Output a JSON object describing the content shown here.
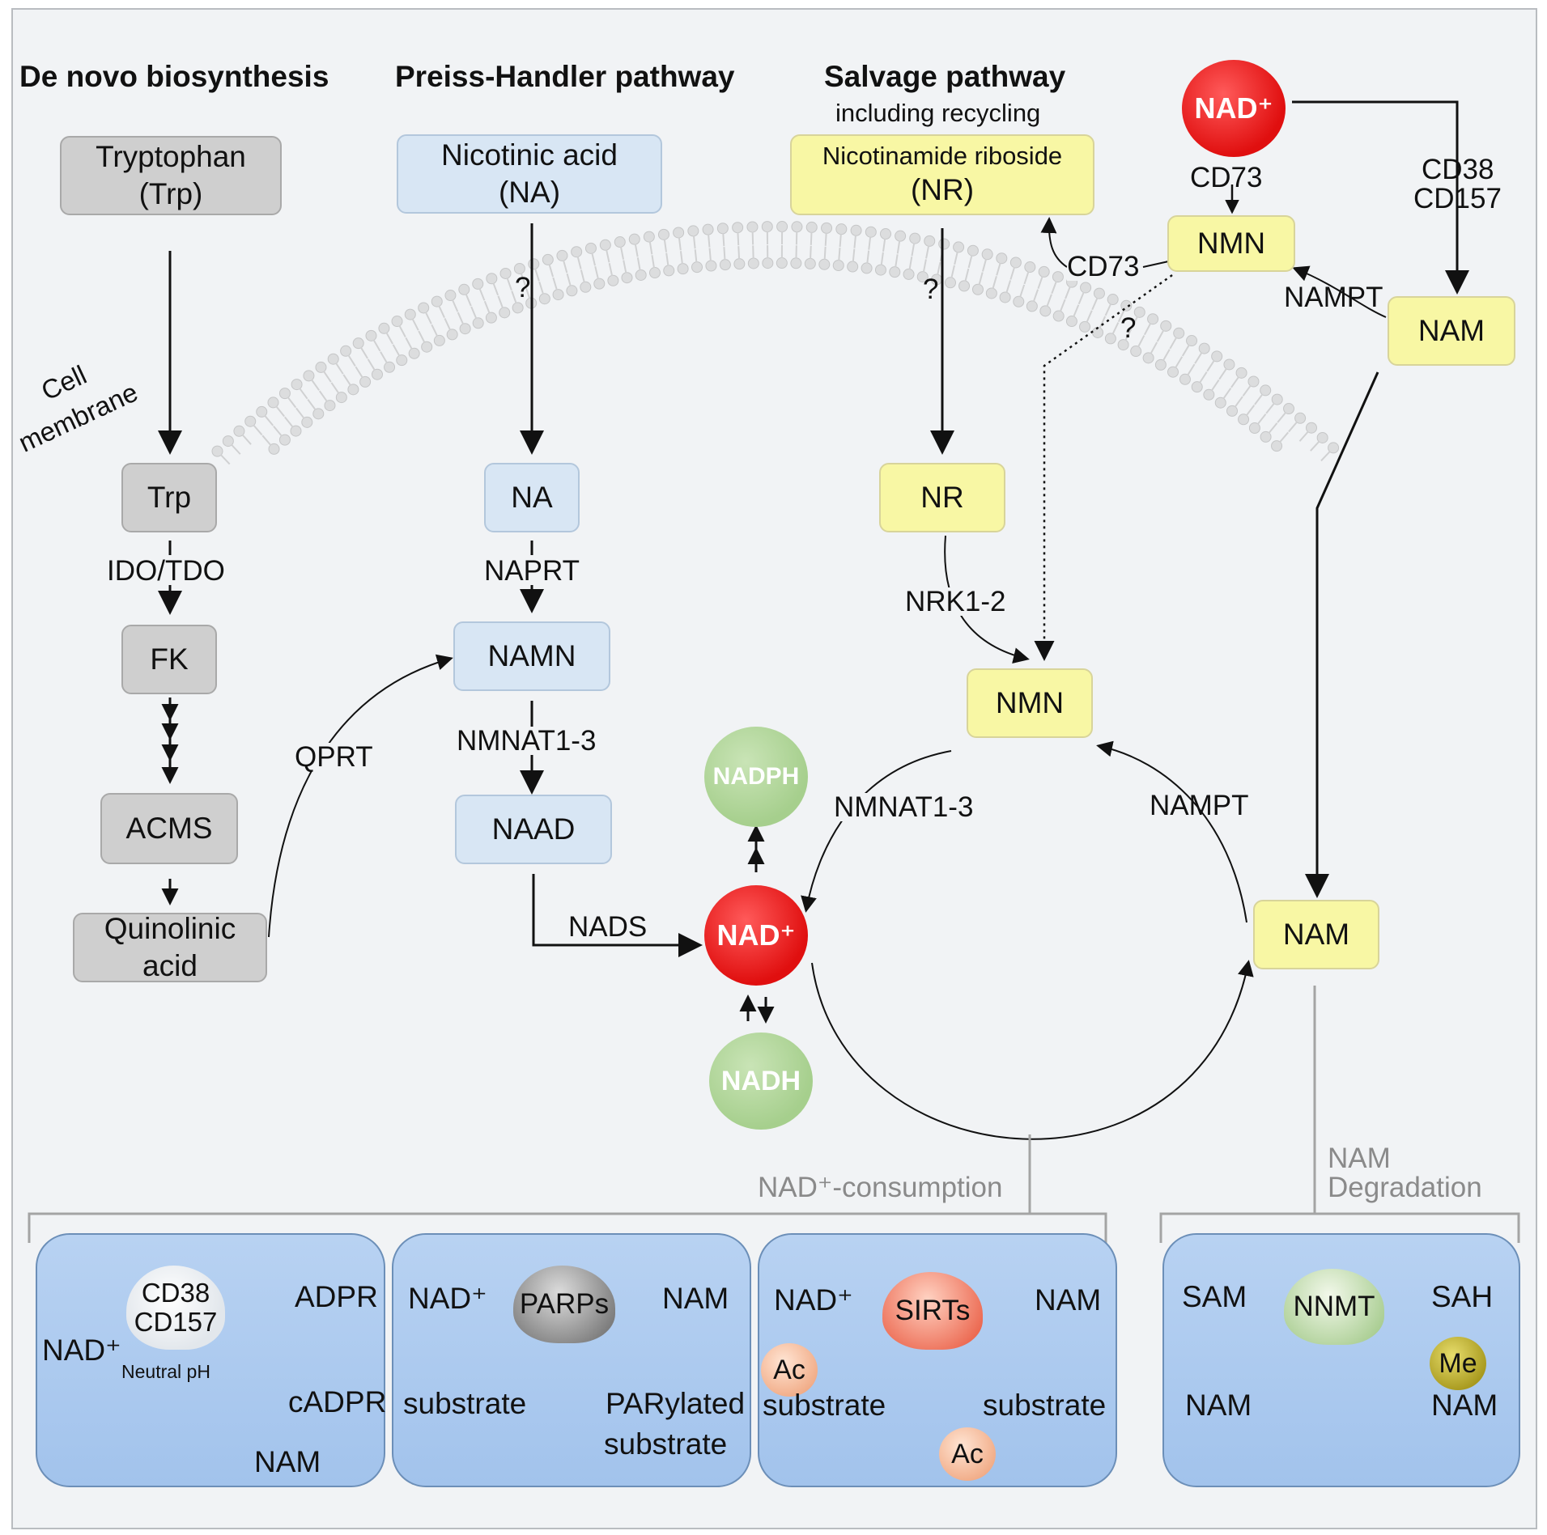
{
  "headers": {
    "de_novo": "De novo biosynthesis",
    "preiss": "Preiss-Handler pathway",
    "salvage": "Salvage pathway",
    "salvage_sub": "including recycling"
  },
  "membrane_label": [
    "Cell",
    "membrane"
  ],
  "de_novo": {
    "tryptophan": [
      "Tryptophan",
      "(Trp)"
    ],
    "trp": "Trp",
    "ido": "IDO/TDO",
    "fk": "FK",
    "acms": "ACMS",
    "quinolinic": [
      "Quinolinic",
      "acid"
    ],
    "qprt": "QPRT"
  },
  "preiss": {
    "na_outside": [
      "Nicotinic acid",
      "(NA)"
    ],
    "question": "?",
    "na": "NA",
    "naprt": "NAPRT",
    "namn": "NAMN",
    "nmnat": "NMNAT1-3",
    "naad": "NAAD",
    "nads": "NADS"
  },
  "salvage": {
    "nr_outside": [
      "Nicotinamide riboside",
      "(NR)"
    ],
    "question": "?",
    "nr": "NR",
    "nrk": "NRK1-2",
    "nmn": "NMN",
    "nmnat": "NMNAT1-3",
    "nampt": "NAMPT",
    "nam": "NAM"
  },
  "extracellular": {
    "nad": "NAD⁺",
    "cd73_top": "CD73",
    "cd38": [
      "CD38",
      "CD157"
    ],
    "nmn": "NMN",
    "cd73_side": "CD73",
    "nampt": "NAMPT",
    "nam": "NAM",
    "question": "?"
  },
  "center": {
    "nad": "NAD⁺",
    "nadph": "NADPH",
    "nadh": "NADH"
  },
  "bottom": {
    "consumption": "NAD⁺-consumption",
    "degradation": [
      "NAM",
      "Degradation"
    ]
  },
  "panels": {
    "cd38": {
      "enzyme": [
        "CD38",
        "CD157"
      ],
      "nad": "NAD⁺",
      "neutral": "Neutral pH",
      "adpr": "ADPR",
      "cadpr": "cADPR",
      "nam": "NAM"
    },
    "parp": {
      "enzyme": "PARPs",
      "nad": "NAD⁺",
      "nam": "NAM",
      "substrate": "substrate",
      "product": [
        "PARylated",
        "substrate"
      ]
    },
    "sirt": {
      "enzyme": "SIRTs",
      "nad": "NAD⁺",
      "nam": "NAM",
      "ac": "Ac",
      "substrate_in": "substrate",
      "substrate_out": "substrate",
      "ac_out": "Ac"
    },
    "nnmt": {
      "enzyme": "NNMT",
      "sam": "SAM",
      "sah": "SAH",
      "nam": "NAM",
      "me": "Me",
      "nam_out": "NAM"
    }
  },
  "colors": {
    "de_novo_box": "#cfcfcf",
    "preiss_box": "#d8e6f4",
    "salvage_box": "#f8f7a4",
    "nad": "#e00f0f",
    "nadph_nadh": "#a6cf8d",
    "panel": "#a8c7ee"
  }
}
